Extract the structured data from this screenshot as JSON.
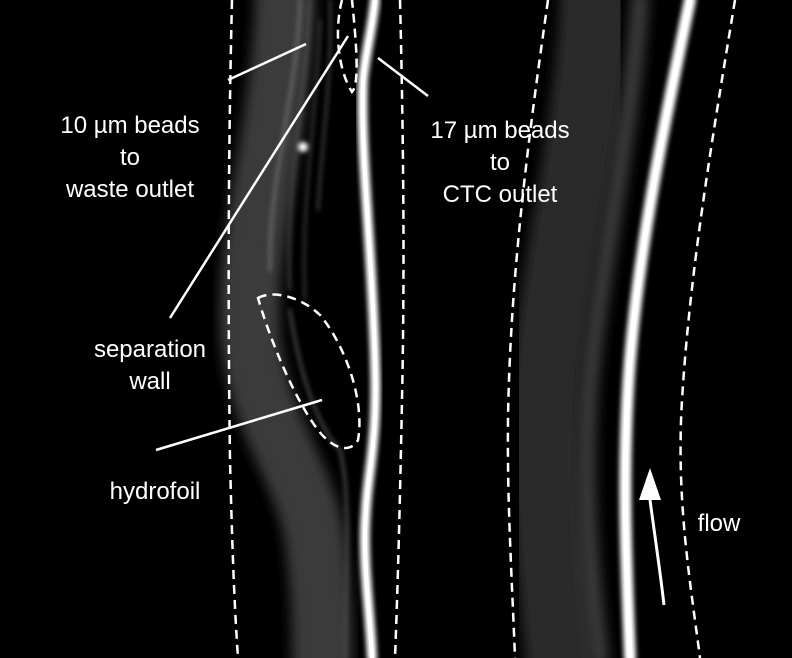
{
  "labels": {
    "beads_10": {
      "line1": "10 µm beads",
      "line2": "to",
      "line3": "waste outlet"
    },
    "beads_17": {
      "line1": "17 µm beads",
      "line2": "to",
      "line3": "CTC outlet"
    },
    "separation_wall": {
      "line1": "separation",
      "line2": "wall"
    },
    "hydrofoil": "hydrofoil",
    "flow": "flow"
  },
  "colors": {
    "background": "#000000",
    "dashed_line": "#ffffff",
    "label_text": "#ffffff",
    "bright_stream": "#ffffff",
    "dim_stream": "#8a8a8a"
  },
  "icons": {
    "flow_arrow": "flow-arrow-icon"
  }
}
